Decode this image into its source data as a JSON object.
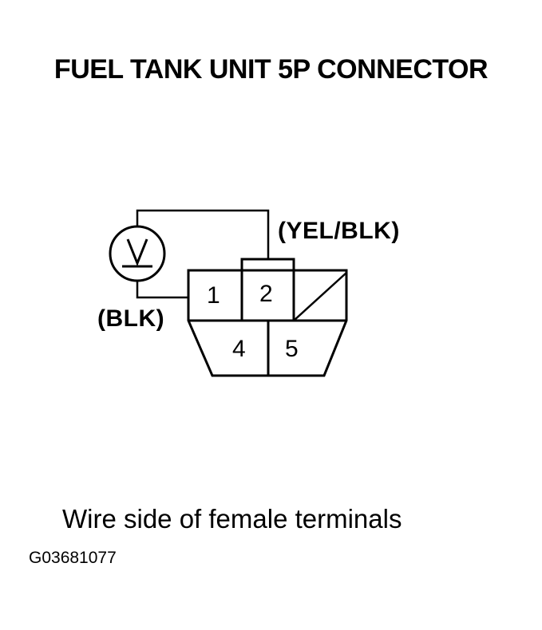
{
  "title": "FUEL TANK UNIT 5P CONNECTOR",
  "wires": {
    "top": "(YEL/BLK)",
    "left": "(BLK)"
  },
  "pins": {
    "p1": "1",
    "p2": "2",
    "p4": "4",
    "p5": "5"
  },
  "caption": "Wire side of female terminals",
  "figure_code": "G03681077",
  "meter_icon": "voltmeter-icon"
}
